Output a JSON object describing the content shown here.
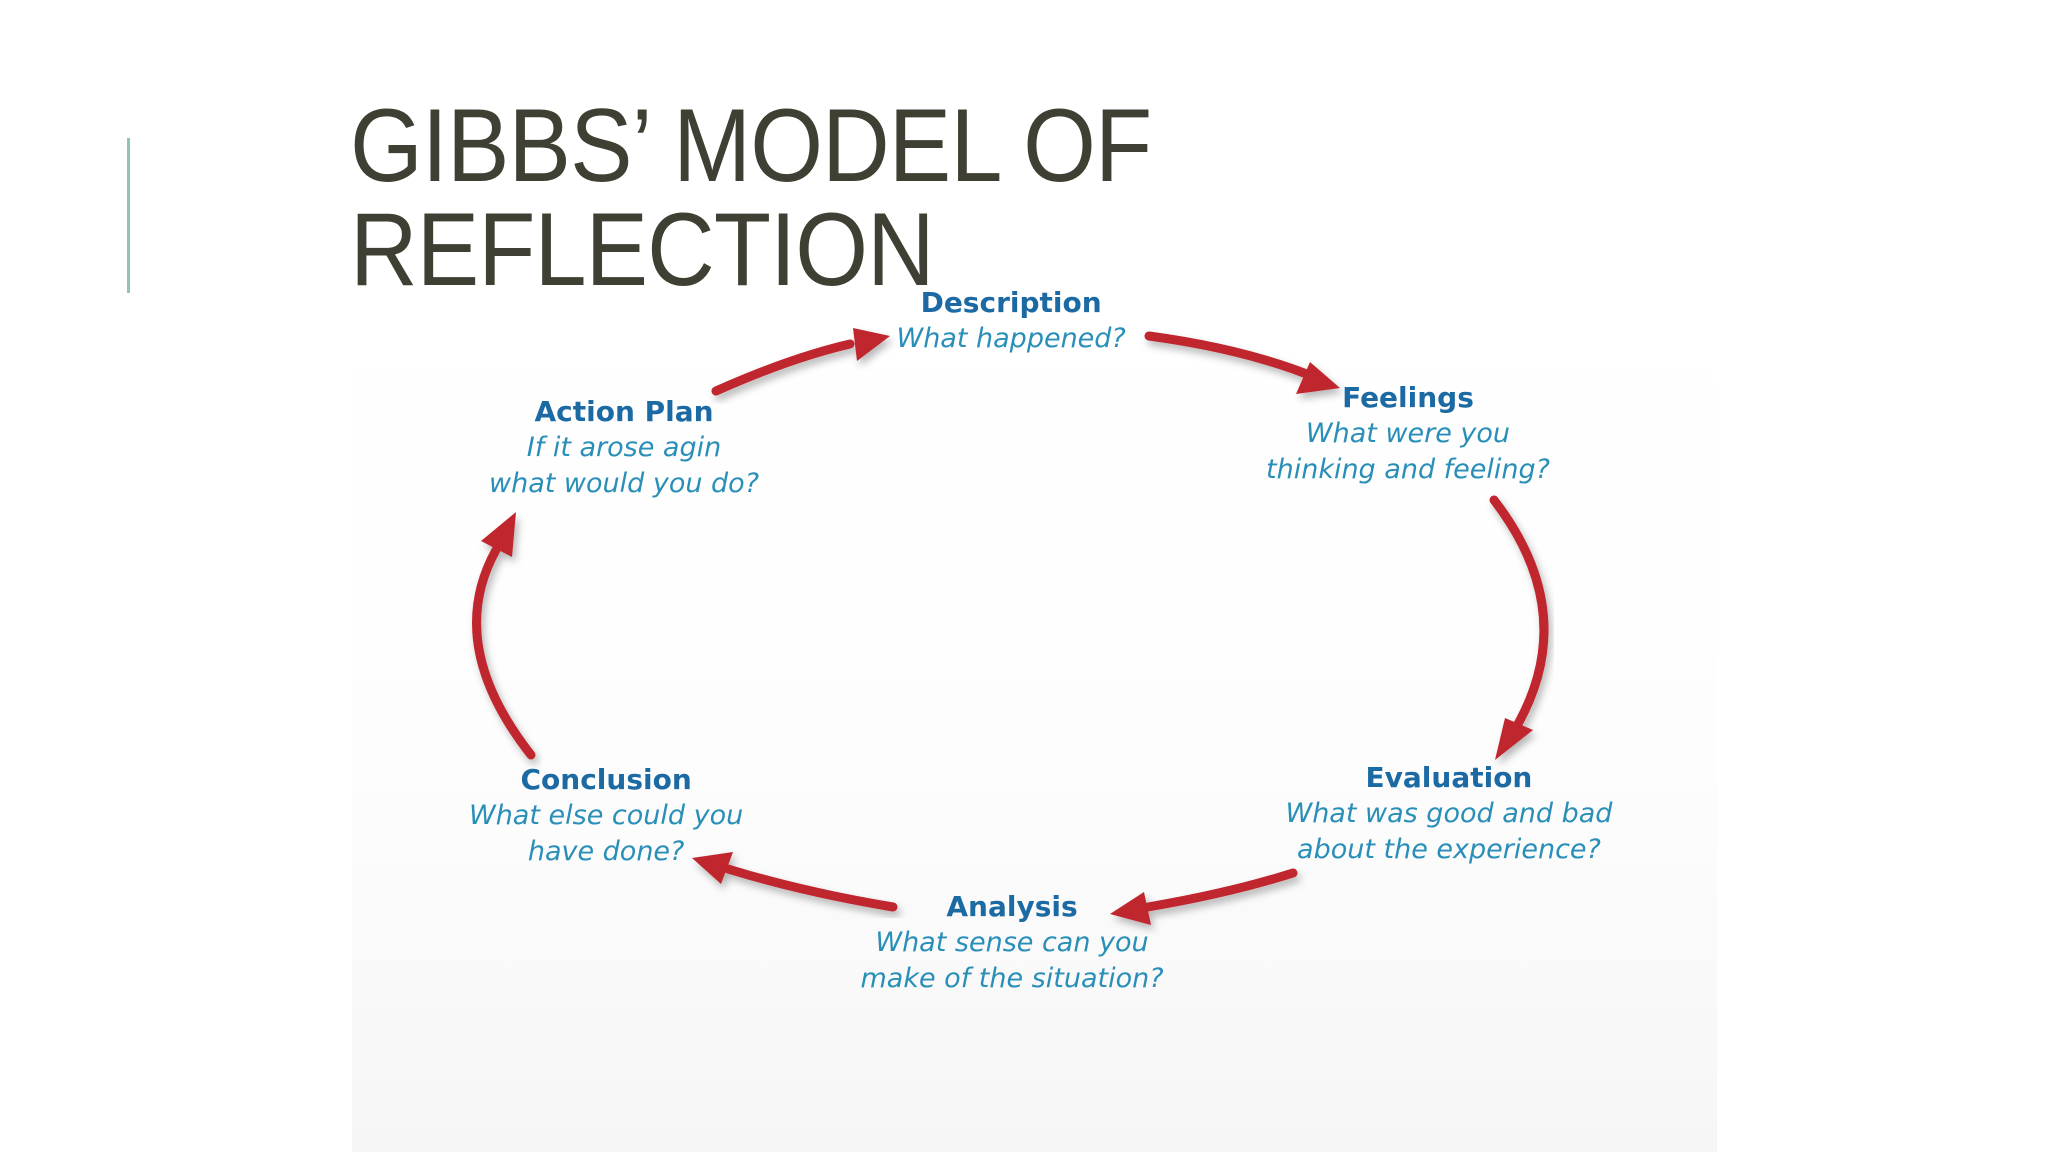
{
  "slide": {
    "title_lines": [
      "GIBBS’ MODEL OF",
      "REFLECTION"
    ],
    "colors": {
      "title": "#3f3f33",
      "accent_line": "#8fc4b6",
      "stage_title": "#1c6aa3",
      "stage_prompt": "#2a8fb8",
      "arrow": "#c0252e"
    }
  },
  "cycle": {
    "stages": [
      {
        "id": "description",
        "title": "Description",
        "prompt": "What happened?"
      },
      {
        "id": "feelings",
        "title": "Feelings",
        "prompt": "What were you\nthinking and feeling?"
      },
      {
        "id": "evaluation",
        "title": "Evaluation",
        "prompt": "What was good and bad\nabout the experience?"
      },
      {
        "id": "analysis",
        "title": "Analysis",
        "prompt": "What sense can you\nmake of the situation?"
      },
      {
        "id": "conclusion",
        "title": "Conclusion",
        "prompt": "What else could you\nhave done?"
      },
      {
        "id": "action-plan",
        "title": "Action Plan",
        "prompt": "If it arose agin\nwhat would you do?"
      }
    ],
    "flow": [
      [
        "description",
        "feelings"
      ],
      [
        "feelings",
        "evaluation"
      ],
      [
        "evaluation",
        "analysis"
      ],
      [
        "analysis",
        "conclusion"
      ],
      [
        "conclusion",
        "action-plan"
      ],
      [
        "action-plan",
        "description"
      ]
    ]
  }
}
